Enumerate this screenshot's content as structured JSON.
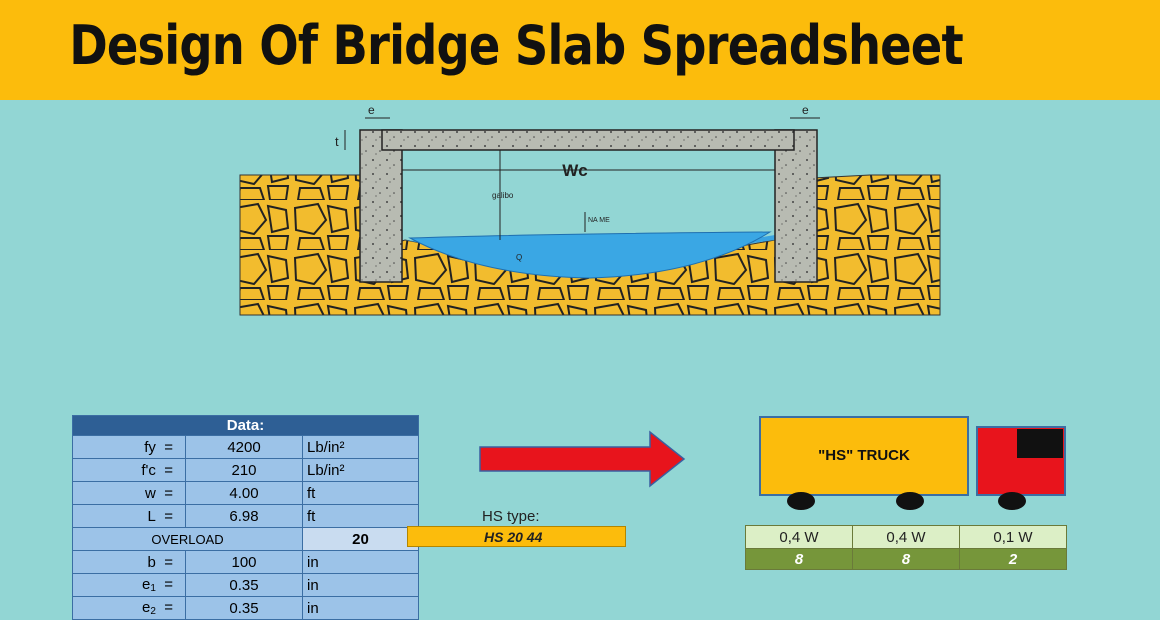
{
  "header": {
    "title": "Design Of Bridge Slab Spreadsheet"
  },
  "diagram": {
    "labels": {
      "e1": "e",
      "e2": "e",
      "t": "t",
      "wc": "Wc",
      "galibo": "galibo",
      "name": "NA ME",
      "qmax": "Q"
    }
  },
  "data_table": {
    "header": "Data:",
    "rows": [
      {
        "name": "fy",
        "eq": "=",
        "value": "4200",
        "unit": "Lb/in²"
      },
      {
        "name": "f'c",
        "eq": "=",
        "value": "210",
        "unit": "Lb/in²"
      },
      {
        "name": "w",
        "eq": "=",
        "value": "4.00",
        "unit": "ft"
      },
      {
        "name": "L",
        "eq": "=",
        "value": "6.98",
        "unit": "ft"
      }
    ],
    "overload": {
      "label": "OVERLOAD",
      "value": "20"
    },
    "rows2": [
      {
        "name": "b",
        "eq": "=",
        "value": "100",
        "unit": "in"
      },
      {
        "name": "e",
        "sub": "1",
        "eq": "=",
        "value": "0.35",
        "unit": "in"
      },
      {
        "name": "e",
        "sub": "2",
        "eq": "=",
        "value": "0.35",
        "unit": "in"
      }
    ]
  },
  "hs": {
    "label": "HS type:",
    "value": "HS 20 44"
  },
  "truck": {
    "label": "\"HS\" TRUCK"
  },
  "loads": {
    "labels": [
      "0,4 W",
      "0,4 W",
      "0,1 W"
    ],
    "values": [
      "8",
      "8",
      "2"
    ]
  },
  "colors": {
    "banner": "#fcbc0c",
    "background": "#92d6d4",
    "arrow": "#e8141c",
    "truck_body": "#fcbc0c",
    "truck_cab": "#e8141c"
  }
}
